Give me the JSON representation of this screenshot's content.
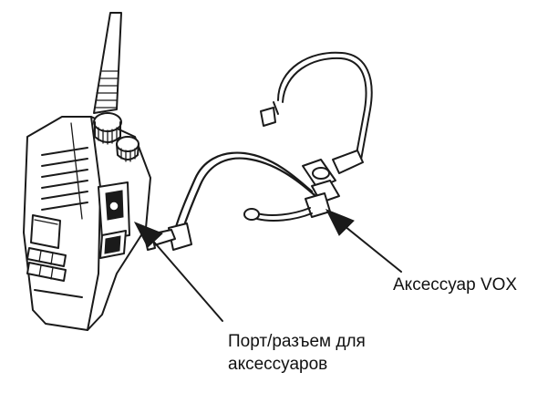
{
  "labels": {
    "vox_accessory": "Аксессуар VOX",
    "accessory_port_line1": "Порт/разъем для",
    "accessory_port_line2": "аксессуаров"
  }
}
